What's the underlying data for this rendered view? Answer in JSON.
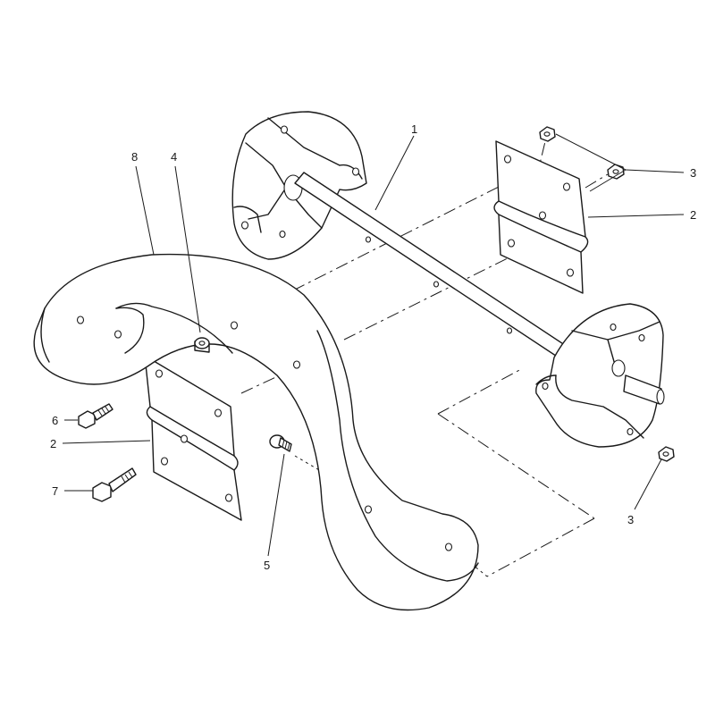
{
  "callouts": {
    "c1": "1",
    "c2a": "2",
    "c2b": "2",
    "c3a": "3",
    "c3b": "3",
    "c4": "4",
    "c5": "5",
    "c6": "6",
    "c7": "7",
    "c8": "8"
  }
}
